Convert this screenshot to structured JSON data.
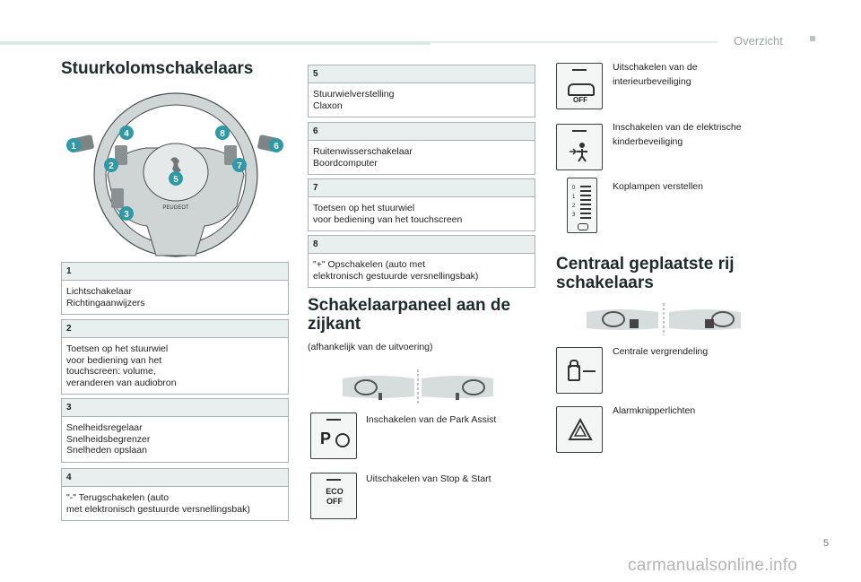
{
  "header": {
    "section": "Overzicht",
    "page": "5"
  },
  "watermark": "carmanualsonline.info",
  "steering": {
    "title": "Stuurkolomschakelaars",
    "callouts": [
      "1",
      "4",
      "2",
      "8",
      "7",
      "6",
      "5",
      "3"
    ],
    "logo_text": "PEUGEOT"
  },
  "left_boxes": [
    {
      "num": "1",
      "text": "Lichtschakelaar\nRichtingaanwijzers"
    },
    {
      "num": "2",
      "text": "Toetsen op het stuurwiel\nvoor bediening van het\ntouchscreen: volume,\nveranderen van audiobron"
    },
    {
      "num": "3",
      "text": "Snelheidsregelaar\nSnelheidsbegrenzer\nSnelheden opslaan"
    },
    {
      "num": "4",
      "text": "\"-\" Terugschakelen (auto\nmet elektronisch gestuurde versnellingsbak)"
    }
  ],
  "mid_boxes": [
    {
      "num": "5",
      "text": "Stuurwielverstelling\nClaxon"
    },
    {
      "num": "6",
      "text": "Ruitenwisserschakelaar\nBoordcomputer"
    },
    {
      "num": "7",
      "text": "Toetsen op het stuurwiel\nvoor bediening van het touchscreen"
    },
    {
      "num": "8",
      "text": "\"+\" Opschakelen (auto met\nelektronisch gestuurde versnellingsbak)"
    }
  ],
  "side_panel": {
    "title": "Schakelaarpaneel aan de zijkant",
    "note": "(afhankelijk van de uitvoering)",
    "items": [
      {
        "label": "Inschakelen van de Park Assist",
        "icon": "park-assist-icon",
        "icon_text": "P"
      },
      {
        "label": "Uitschakelen van Stop & Start",
        "icon": "eco-off-icon",
        "icon_text": "ECO\nOFF"
      }
    ]
  },
  "right_items": [
    {
      "label": "Uitschakelen van de\ninterieurbeveiliging",
      "icon": "alarm-off-icon",
      "icon_text": "OFF"
    },
    {
      "label": "Inschakelen van de elektrische\nkinderbeveiliging",
      "icon": "child-lock-icon"
    },
    {
      "label": "Koplampen verstellen",
      "icon": "headlamp-adjust-icon",
      "icon_text": "0\n1\n2\n3"
    }
  ],
  "central": {
    "title": "Centraal geplaatste rij schakelaars",
    "items": [
      {
        "label": "Centrale vergrendeling",
        "icon": "central-lock-icon"
      },
      {
        "label": "Alarmknipperlichten",
        "icon": "hazard-icon"
      }
    ]
  }
}
